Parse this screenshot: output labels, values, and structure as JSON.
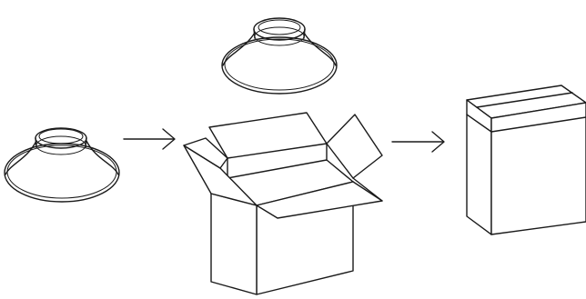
{
  "diagram": {
    "steps": [
      {
        "id": "lampshade",
        "icon": "lampshade-icon"
      },
      {
        "id": "open-box-with-lampshade",
        "icon": "open-box-icon"
      },
      {
        "id": "closed-box",
        "icon": "closed-box-icon"
      }
    ],
    "arrows": [
      "arrow-right-icon",
      "arrow-right-icon"
    ],
    "ink_color": "#1a1a1a",
    "background_color": "#ffffff"
  }
}
